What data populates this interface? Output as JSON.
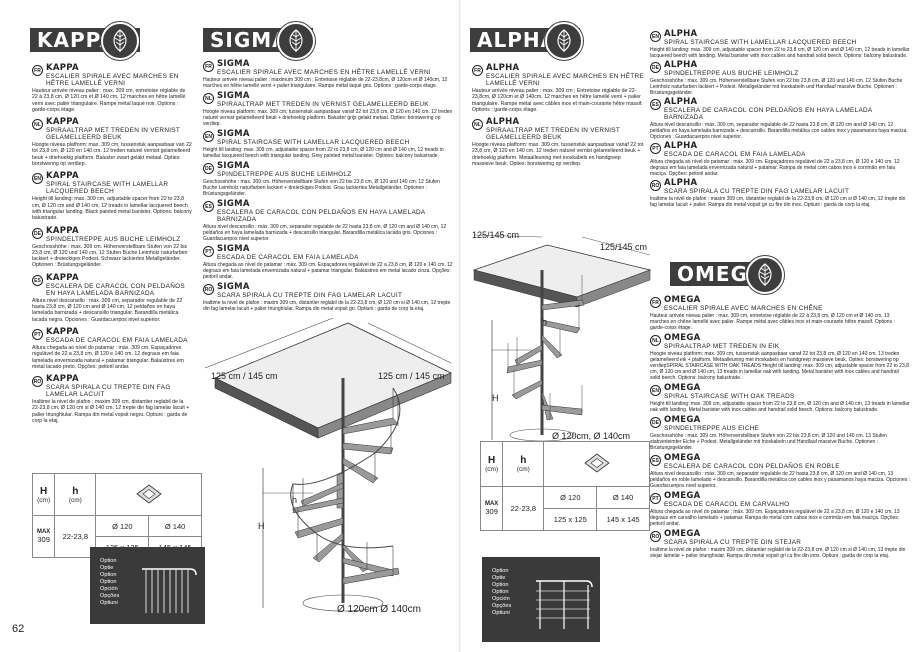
{
  "page_number": "62",
  "banners": {
    "kappa": "KAPPA",
    "sigma": "SIGMA",
    "alpha": "ALPHA",
    "omega": "OMEGA"
  },
  "kappa": [
    {
      "code": "FR",
      "name": "KAPPA",
      "title": "ESCALIER SPIRALE AVEC MARCHES EN HÊTRE LAMELLÉ VERNI",
      "body": "Hauteur arrivée niveau palier : max. 309 cm, entretoise réglable de 22 à 23,8 cm, Ø 120 cm et Ø 140 cm, 12 marches en hêtre lamellé verni avec palier triangulaire. Rampe métal laqué noir. Options : garde-corps étage."
    },
    {
      "code": "NL",
      "name": "KAPPA",
      "title": "SPIRAALTRAP MET TREDEN IN VERNIST GELAMELLEERD BEUK",
      "body": "Hoogte niveau platform: max. 309 cm, tussenstuk aanpasbaar van 22 tot 23,8 cm, Ø 120 en 140 cm. 12 treden naturel vernist gelamelleerd beuk + driehoekig platform. Baluster zwart gelakt metaal. Opties: borstwering op verdiep."
    },
    {
      "code": "EN",
      "name": "KAPPA",
      "title": "SPIRAL STAIRCASE WITH LAMELLAR LACQUERED BEECH",
      "body": "Height till landing: max. 309 cm, adjustable spacer from 22 to 23,8 cm, Ø 120 cm and Ø 140 cm, 12 treads in lamellar lacquered beech with triangular landing. Black painted metal banister. Options: balcony balustrade."
    },
    {
      "code": "DE",
      "name": "KAPPA",
      "title": "SPINDELTREPPE AUS BUCHE LEIMHOLZ",
      "body": "Geschosshöhe : max. 309 cm. Höhenverstellbare Stufen von 22 bis 23,8 cm, Ø 120 und 140 cm. 12 Stufen Buche Leimholz naturfarben lackiert + dreieckiges Podest. Schwarz lackiertes Metallgeländer. Optionen : Brüstungsgeländer."
    },
    {
      "code": "ES",
      "name": "KAPPA",
      "title": "ESCALERA DE CARACOL CON PELDAÑOS EN HAYA LAMELADA BARNIZADA",
      "body": "Altura nivel descansillo : máx. 309 cm, separador regulable de 22 hasta 23,8 cm, Ø 120 cm and Ø 140 cm, 12 peldaños en haya lamelada barnizada + descansillo triangular. Barandilla metálica lacada negra. Opciones : Guardacuerpos nivel superior."
    },
    {
      "code": "PT",
      "name": "KAPPA",
      "title": "ESCADA DE CARACOL EM FAIA LAMELADA",
      "body": "Altura chegada ao nível do patamar : máx. 309 cm. Espaçadores regulável de 22 a 23,8 cm, Ø 120 e 140 cm. 12 degraus em faia lamelada envernizada natural + patamar triangular. Balaústres em metal lacado preto. Opções: peitoril andar."
    },
    {
      "code": "RO",
      "name": "KAPPA",
      "title": "SCARA SPIRALA CU TREPTE DIN FAG LAMELAR LACUIT",
      "body": "Inaltime la nivel de plafon : maxim 309 cm, distantier reglabil de la 22-23,8 cm, Ø 120 cm si Ø 140 cm, 12 trepte din fag lamelar lacuit + palier triunghiular. Rampa din metal vopsit negru. Optiuni : garda de corp la etaj."
    }
  ],
  "sigma": [
    {
      "code": "FR",
      "name": "SIGMA",
      "title": "ESCALIER SPIRALE AVEC MARCHES EN HÊTRE LAMELLÉ VERNI",
      "body": "Hauteur arrivée niveau palier : maximum 309 cm ; Entretoise réglable de 22-23,8cm, Ø 120cm et Ø 140cm, 12 marches en hêtre lamellé verni + palier triangulaire. Rampe métal laqué gris. Options : garde-corps étage."
    },
    {
      "code": "NL",
      "name": "SIGMA",
      "title": "SPIRAALTRAP MET TREDEN IN VERNIST GELAMELLEERD BEUK",
      "body": "Hoogte niveau platform: max. 309 cm, tussenstuk aanpasbaar vanaf 22 tot 23,8 cm, Ø 120 en 140 cm. 12 treden naturel vernist gelamelleerd beuk + driehoekig platform. Baluster grijs gelakt metaal. Opties: borstwering op verdiep."
    },
    {
      "code": "EN",
      "name": "SIGMA",
      "title": "SPIRAL STAIRCASE WITH LAMELLAR LACQUERED BEECH",
      "body": "Height till landing: max. 309 cm, adjustable spacer from 22 to 23,8 cm, Ø 120 cm and Ø 140 cm, 12 treads in lamellar lacquered beech with triangular landing. Grey painted metal banister. Options: balcony balustrade."
    },
    {
      "code": "DE",
      "name": "SIGMA",
      "title": "SPINDELTREPPE AUS BUCHE LEIMHOLZ",
      "body": "Geschosshöhe : max. 309 cm. Höhenverstellbare Stufen von 22 bis 23,8 cm, Ø 120 und 140 cm. 12 Stufen Buche Leimholz naturfarben lackiert + dreieckiges Podest. Grau lackiertes Metallgeländer. Optionen : Brüstungsgeländer."
    },
    {
      "code": "ES",
      "name": "SIGMA",
      "title": "ESCALERA DE CARACOL CON PELDAÑOS EN HAYA LAMELADA BARNIZADA",
      "body": "Altura nivel descansillo : máx. 309 cm, separador regulable de 22 hasta 23,8 cm, Ø 120 cm and Ø 140 cm, 12 peldaños en haya lamelada barnizada + descansillo triangular. Barandilla metálica lacada gris. Opciones : Guardacuerpos nivel superior."
    },
    {
      "code": "PT",
      "name": "SIGMA",
      "title": "ESCADA DE CARACOL EM FAIA LAMELADA",
      "body": "Altura chegada ao nível do patamar : máx. 309 cm. Espaçadores regulável de 22 a 23,8 cm, Ø 120 e 140 cm. 12 degraus em faia lamelada envernizada natural + patamar triangular. Balaústres em metal lacado cinza. Opções: peitoril andar."
    },
    {
      "code": "RO",
      "name": "SIGMA",
      "title": "SCARA SPIRALA CU TREPTE DIN FAG LAMELAR LACUIT",
      "body": "Inaltime la nivel de plafon : maxim 309 cm, distantier reglabil de la 22-23,8 cm, Ø 120 cm si Ø 140 cm, 12 trepte din fag lamelar lacuit + palier triunghiular. Rampa din metal vopsit gri. Optiuni : garda de corp la etaj."
    }
  ],
  "alpha": [
    {
      "code": "FR",
      "name": "ALPHA",
      "title": "ESCALIER SPIRALE AVEC MARCHES EN HÊTRE LAMELLÉ VERNI",
      "body": "Hauteur arrivée niveau palier : max. 309 cm ; Entretoise réglable de 22-23,8cm, Ø 120cm et Ø 140cm, 12 marches en hêtre lamellé verni + palier triangulaire. Rampe métal avec câbles inox et main-courante hêtre massif. Options : garde-corps étage."
    },
    {
      "code": "NL",
      "name": "ALPHA",
      "title": "SPIRAALTRAP MET TREDEN IN VERNIST GELAMELLEERD BEUK",
      "body": "Hoogte niveau platform: max. 309 cm, tussenstuk aanpasbaar vanaf 22 tot 23,8 cm, Ø 120 en 140 cm. 12 treden naturel vernist gelamelleerd beuk + driehoekig platform. Metaalleuning met inoxkabels en handgreep massieve beuk. Opties: borstwering op verdiep."
    },
    {
      "code": "EN",
      "name": "ALPHA",
      "title": "SPIRAL STAIRCASE WITH LAMELLAR LACQUERED BEECH",
      "body": "Height till landing: max. 309 cm, adjustable spacer from 22 to 23,8 cm, Ø 120 cm and Ø 140 cm, 12 treads in lamellar lacquered beech with landing. Metal banister with inox cables and handrail solid beech. Options: balcony balustrade."
    },
    {
      "code": "DE",
      "name": "ALPHA",
      "title": "SPINDELTREPPE AUS BUCHE LEIMHOLZ",
      "body": "Geschosshöhe : max. 309 cm. Höhenverstellbare Stufen von 22 bis 23,8 cm, Ø 120 und 140 cm. 12 Stufen Buche Leimholz naturfarben lackiert + Podest. Metallgeländer mit Inoxkabeln und Handlauf massive Buche. Optionen : Brüstungsgeländer."
    },
    {
      "code": "ES",
      "name": "ALPHA",
      "title": "ESCALERA DE CARACOL CON PELDAÑOS EN HAYA LAMELADA BARNIZADA",
      "body": "Altura nivel descansillo : máx. 309 cm, separador regulable de 22 hasta 23,8 cm, Ø 120 cm and Ø 140 cm, 12 peldaños en haya lamelada barnizada + descansillo. Barandilla metálica con cables inox y pasamanos haya maciza. Opciones : Guardacuerpos nivel superior."
    },
    {
      "code": "PT",
      "name": "ALPHA",
      "title": "ESCADA DE CARACOL EM FAIA LAMELADA",
      "body": "Altura chegada ao nível do patamar : máx. 309 cm. Espaçadores regulável de 22 a 23,8 cm, Ø 120 e 140 cm. 12 degraus em faia lamelada envernizada natural + patamar. Rampa de metal com cabos inox e corrimão em faia maciça. Opções: peitoril andar."
    },
    {
      "code": "RO",
      "name": "ALPHA",
      "title": "SCARA SPIRALA CU TREPTE DIN FAG LAMELAR LACUIT",
      "body": "Inaltime la nivel de plafon : maxim 309 cm, distantier reglabil de la 22-23,8 cm, Ø 120 cm si Ø 140 cm, 12 trepte din fag lamelar lacuit + palier. Rampa din metal vopsit gri cu fire din inox. Optiuni : garda de corp la etaj."
    }
  ],
  "omega": [
    {
      "code": "FR",
      "name": "OMEGA",
      "title": "ESCALIER SPIRALE AVEC MARCHES EN CHÊNE",
      "body": "Hauteur arrivée niveau palier : max. 309 cm, entretoise réglable de 22 à 23,8 cm, Ø 120 cm et Ø 140 cm, 13 marches en chêne lamellé avec palier. Rampe métal avec câbles inox et main-courante hêtre massif. Options : garde-corps étage."
    },
    {
      "code": "NL",
      "name": "OMEGA",
      "title": "SPIRAALTRAP MET TREDEN IN EIK",
      "body": "Hoogte niveau platform: max. 309 cm, tussenstuk aanpasbaar vanaf 22 tot 23,8 cm, Ø 120 en 140 cm. 13 treden gelamelleerd eik + platform. Metaalleuning met inoxkabels en handgreep massieve beuk. Opties: borstwering op verdiepSPIRAL STAIRCASE WITH OAK TREADS Height till landing: max. 309 cm, adjustable spacer from 22 to 23,8 cm, Ø 120 cm and Ø 140 cm, 13 treads in lamellar oak with landing. Metal banister with inox cables and handrail solid beech. Options: balcony balustrade."
    },
    {
      "code": "EN",
      "name": "OMEGA",
      "title": "SPIRAL STAIRCASE WITH OAK TREADS",
      "body": "Height till landing: max. 309 cm, adjustable spacer from 22 to 23,8 cm, Ø 120 cm and Ø 140 cm, 13 treads in lamellar oak with landing. Metal banister with inox cables and handrail solid beech. Options: balcony balustrade."
    },
    {
      "code": "DE",
      "name": "OMEGA",
      "title": "SPINDELTREPPE AUS EICHE",
      "body": "Geschosshöhe : max. 309 cm. Höhenverstellbare Stufen von 22 bis 23,8 cm, Ø 120 und 140 cm. 13 Stufen stabverleimter Eiche + Podest. Metallgeländer mit Inoxkabeln und Handlauf massive Buche. Optionen : Brüstungsgeländer."
    },
    {
      "code": "ES",
      "name": "OMEGA",
      "title": "ESCALERA DE CARACOL CON PELDAÑOS EN ROBLE",
      "body": "Altura nivel descansillo : máx. 309 cm, separador regulable de 22 hasta 23,8 cm, Ø 120 cm and Ø 140 cm, 13 peldaños en roble lamelado + descansillo. Barandilla metálica con cables inox y pasamanos haya maciza. Opciones : Guardacuerpos nivel superior."
    },
    {
      "code": "PT",
      "name": "OMEGA",
      "title": "ESCADA DE CARACOL EM CARVALHO",
      "body": "Altura chegada ao nível do patamar : máx. 309 cm. Espaçadores regulável de 22 a 23,8 cm, Ø 120 e 140 cm. 13 degraus em carvalho lamelado + patamar. Rampa de metal com cabos inox e corrimão em faia maciça. Opções: peitoril andar."
    },
    {
      "code": "RO",
      "name": "OMEGA",
      "title": "SCARA SPIRALA CU TREPTE DIN STEJAR",
      "body": "Inaltime la nivel de plafon : maxim 309 cm, distantier reglabil de la 22-23,8 cm, Ø 120 cm si Ø 140 cm, 13 trepte din stejar lamelar + palier triunghiular. Rampa din metal vopsit gri cu fire din inox. Optiuni : garda de corp la etaj."
    }
  ],
  "dim_table": {
    "h_big": "H",
    "h_big_unit": "(cm)",
    "h_small": "h",
    "h_small_unit": "(cm)",
    "max_label": "MAX",
    "max_value": "309",
    "h_range": "22-23,8",
    "d120": "Ø 120",
    "d140": "Ø 140",
    "s120": "125 x 125",
    "s140": "145 x 145"
  },
  "options_box": [
    "Option",
    "Optie",
    "Option",
    "Option",
    "Opción",
    "Opções",
    "Optiuni"
  ],
  "drawing_labels": {
    "sigma_width": "125 cm / 145 cm",
    "sigma_width2": "125 cm / 145 cm",
    "sigma_diameter": "Ø 120cm Ø 140cm",
    "H": "H",
    "h": "h",
    "alpha_width1": "125/145 cm",
    "alpha_width2": "125/145 cm",
    "alpha_diameter": "Ø 120cm, Ø 140cm"
  }
}
